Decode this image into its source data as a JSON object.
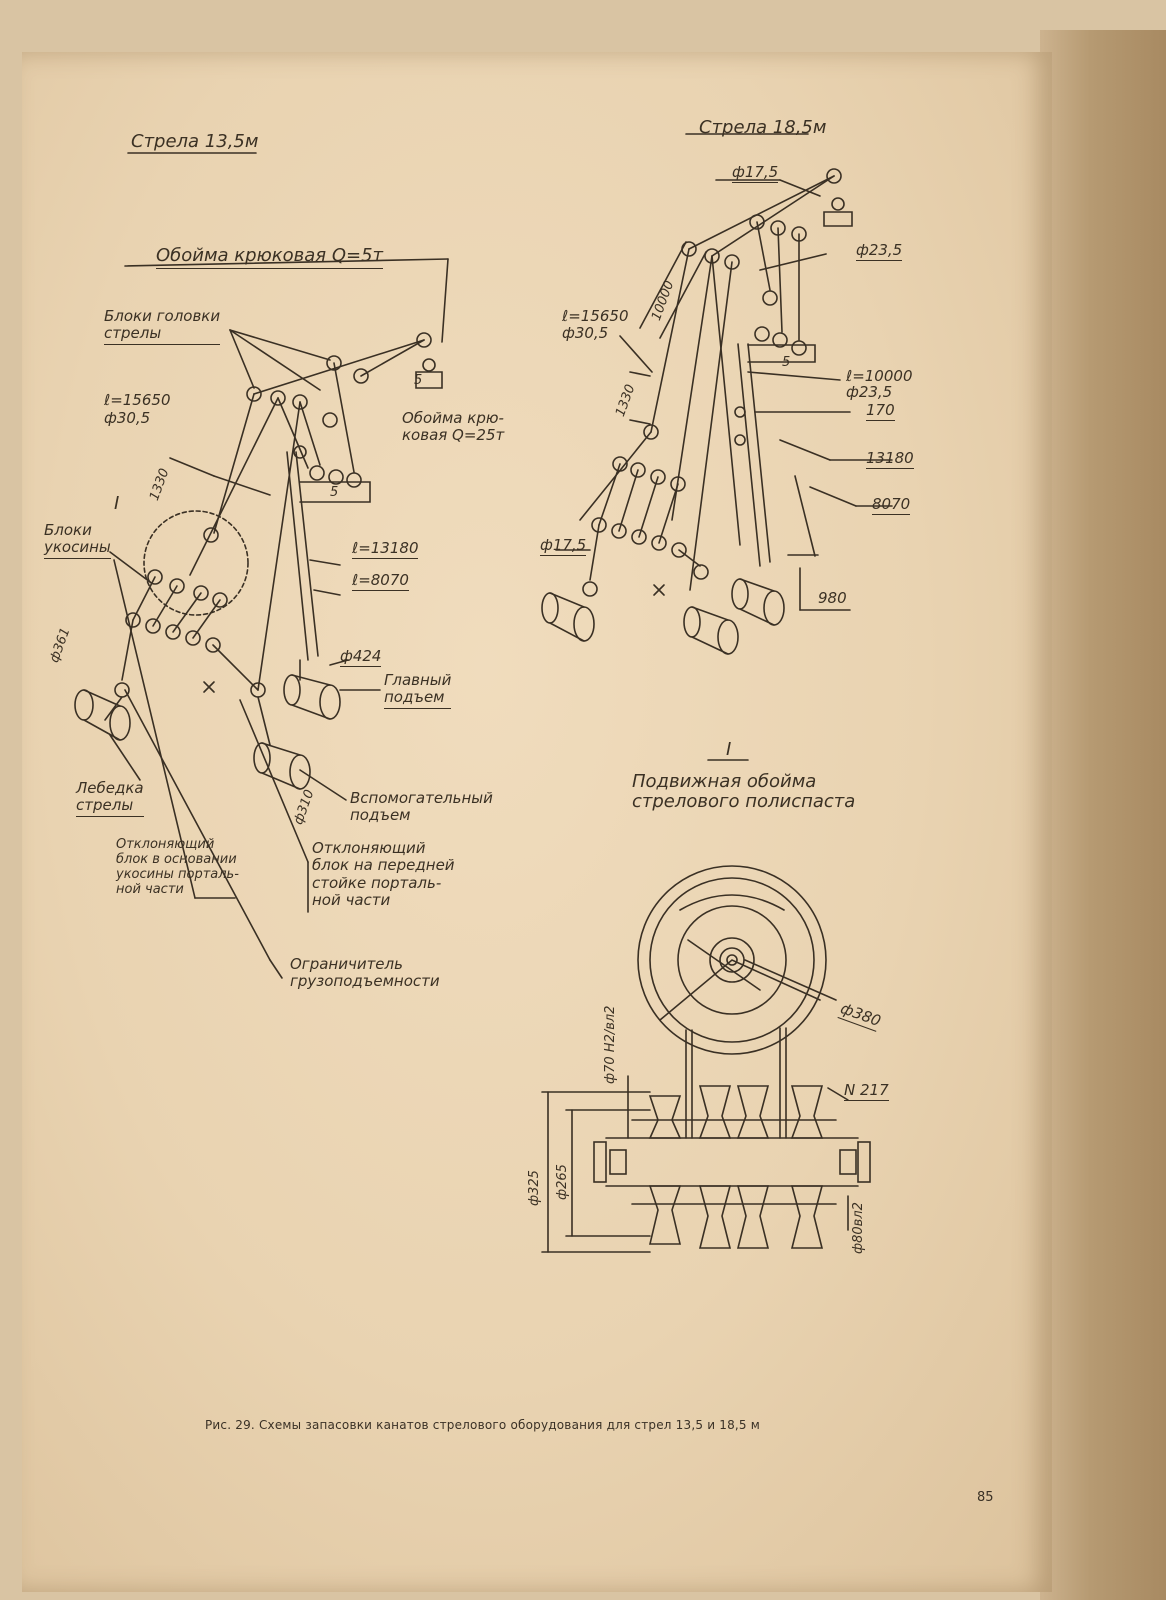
{
  "left_scheme": {
    "title": "Стрела 13,5м",
    "hook_block_5t": "Обойма крюковая Q=5т",
    "boom_head_blocks": [
      "Блоки головки",
      "стрелы"
    ],
    "rope_length": "ℓ=15650",
    "rope_dia": "ф30,5",
    "dim_1330": "1330",
    "hook_block_25t": [
      "Обойма крю-",
      "ковая Q=25т"
    ],
    "label_5a": "5",
    "label_5b": "5",
    "roman_one": "I",
    "brace_blocks": [
      "Блоки",
      "укосины"
    ],
    "len_13180": "ℓ=13180",
    "len_8070": "ℓ=8070",
    "dia_424": "ф424",
    "main_lift": [
      "Главный",
      "подъем"
    ],
    "dia_361": "ф361",
    "boom_winch": [
      "Лебедка",
      "стрелы"
    ],
    "aux_lift": [
      "Вспомогательный",
      "подъем"
    ],
    "dia_310": "ф310",
    "deflect_base": [
      "Отклоняющий",
      "блок в основании",
      "укосины порталь-",
      "ной части"
    ],
    "deflect_front": [
      "Отклоняющий",
      "блок на передней",
      "стойке порталь-",
      "ной части"
    ],
    "load_limiter": [
      "Ограничитель",
      "грузоподъемности"
    ]
  },
  "right_scheme": {
    "title": "Стрела 18,5м",
    "dia_17_5_top": "ф17,5",
    "dia_23_5": "ф23,5",
    "dim_10000": "10000",
    "rope_length": "ℓ=15650",
    "rope_dia": "ф30,5",
    "dim_1330": "1330",
    "label_5": "5",
    "len_10000": "ℓ=10000",
    "len_10000_dia": "ф23,5",
    "dim_170": "170",
    "dim_13180": "13180",
    "dim_8070": "8070",
    "dia_17_5": "ф17,5",
    "dim_980": "980"
  },
  "detail": {
    "roman_one": "I",
    "title": [
      "Подвижная обойма",
      "стрелового полиспаста"
    ],
    "dia_380": "ф380",
    "dia_70": "ф70 H2/вл2",
    "bearing": "N 217",
    "dia_325": "ф325",
    "dia_265": "ф265",
    "dia_80": "ф80вл2"
  },
  "caption": "Рис. 29. Схемы запасовки канатов стрелового оборудования для стрел 13,5 и 18,5 м",
  "page_number": "85"
}
